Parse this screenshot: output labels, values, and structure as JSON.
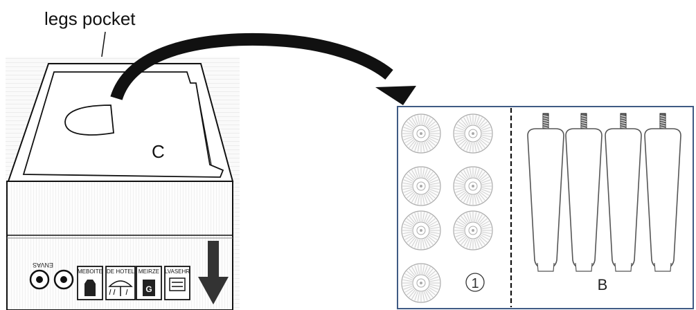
{
  "callout_label": "legs pocket",
  "box": {
    "compartment_label": "C",
    "flag_icons": [
      "eye-icon",
      "eye-icon"
    ],
    "flag_text": "ENVAS",
    "panel_icons": [
      {
        "icon": "bag-icon",
        "caption": "MEBOITE"
      },
      {
        "icon": "umbrella-icon",
        "caption": "DE HOTEL"
      },
      {
        "icon": "phone-icon",
        "caption": "MEIRZE"
      },
      {
        "icon": "list-icon",
        "caption": "LVASEHR"
      }
    ],
    "arrow_icon": "down-arrow-icon"
  },
  "tray": {
    "left_marker": "①",
    "right_label": "B",
    "glide_count": 7,
    "leg_count": 4
  },
  "colors": {
    "ink": "#111111",
    "tray_border": "#3f5a84",
    "hatch": "#bbbbbb",
    "glide": "#aaaaaa",
    "arrow": "#111111"
  }
}
